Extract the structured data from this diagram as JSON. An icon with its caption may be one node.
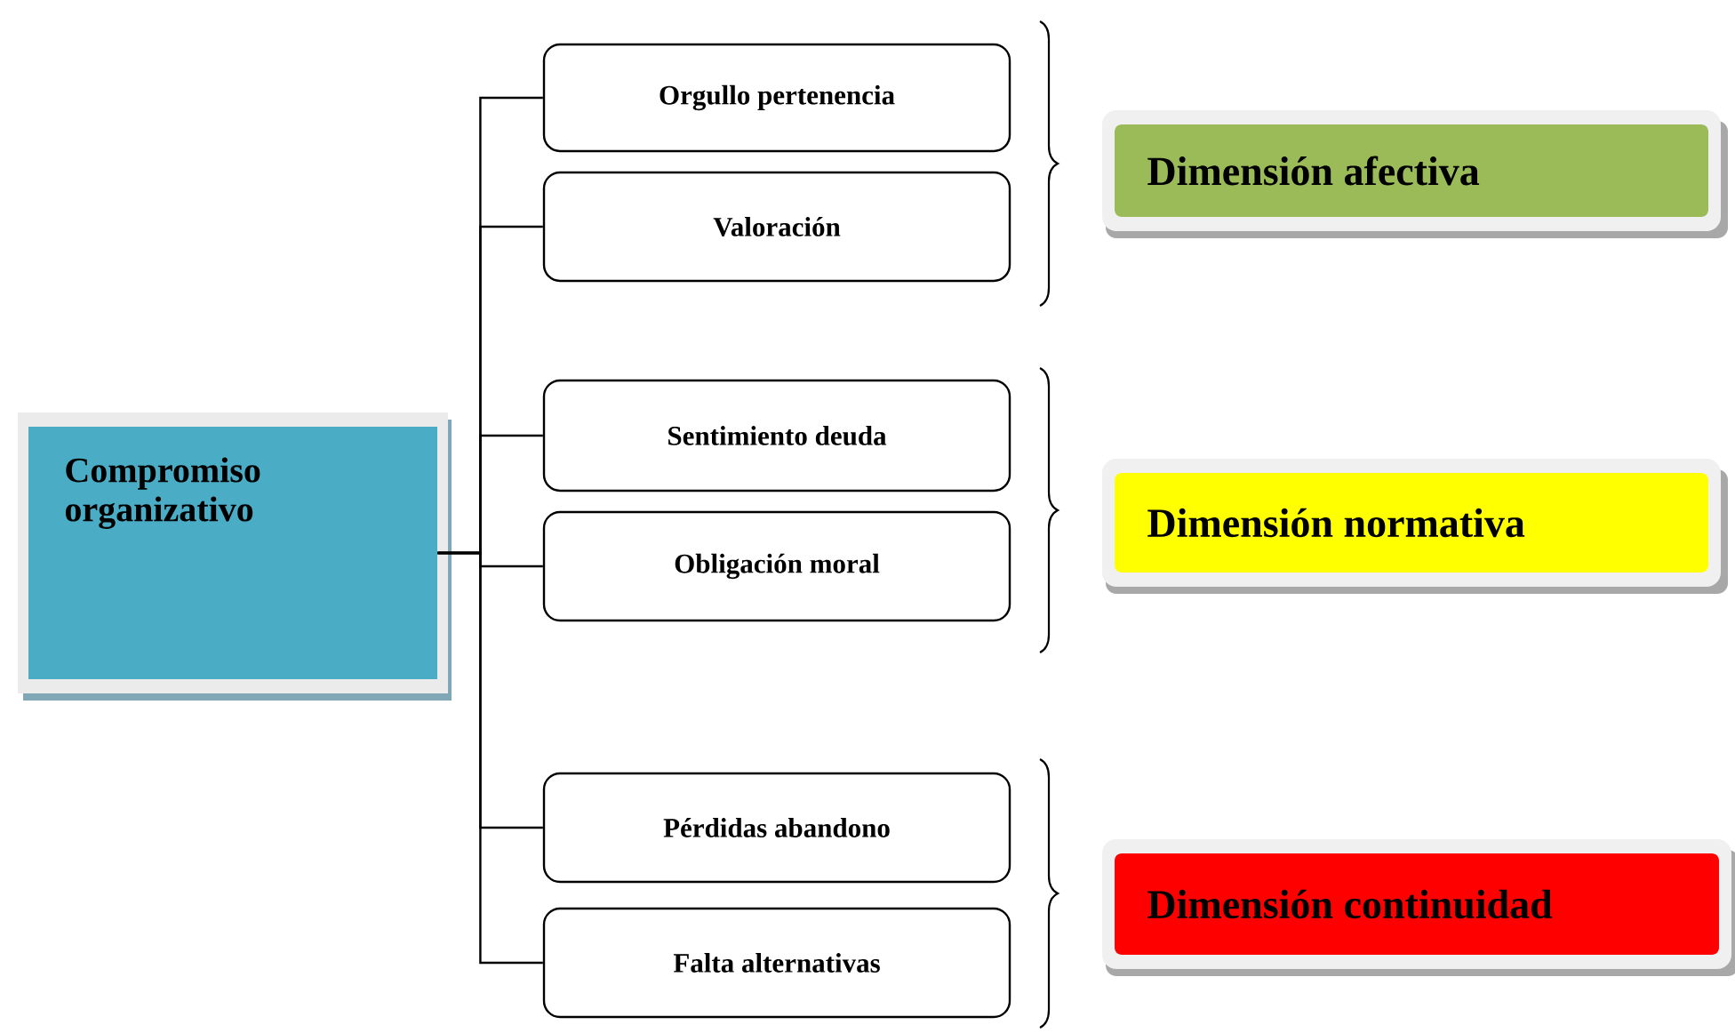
{
  "diagram": {
    "nodes": [
      {
        "text": [
          "Compromiso organizativo"
        ]
      },
      {
        "text": [
          "Orgullo pertenencia"
        ]
      },
      {
        "text": [
          "Valoración"
        ]
      },
      {
        "text": [
          "Sentimiento deuda"
        ]
      },
      {
        "text": [
          "Obligación moral"
        ]
      },
      {
        "text": [
          "Pérdidas abandono"
        ]
      },
      {
        "text": [
          "Falta alternativas"
        ]
      },
      {
        "text": [
          "Dimensión afectiva"
        ]
      },
      {
        "text": [
          "Dimensión normativa"
        ]
      },
      {
        "text": [
          "Dimensión continuidad"
        ]
      }
    ],
    "edges": [
      {
        "from": 0,
        "to": 1,
        "arrow": "none"
      },
      {
        "from": 0,
        "to": 2,
        "arrow": "none"
      },
      {
        "from": 0,
        "to": 3,
        "arrow": "none"
      },
      {
        "from": 0,
        "to": 4,
        "arrow": "none"
      },
      {
        "from": 0,
        "to": 5,
        "arrow": "none"
      },
      {
        "from": 0,
        "to": 6,
        "arrow": "none"
      }
    ]
  }
}
